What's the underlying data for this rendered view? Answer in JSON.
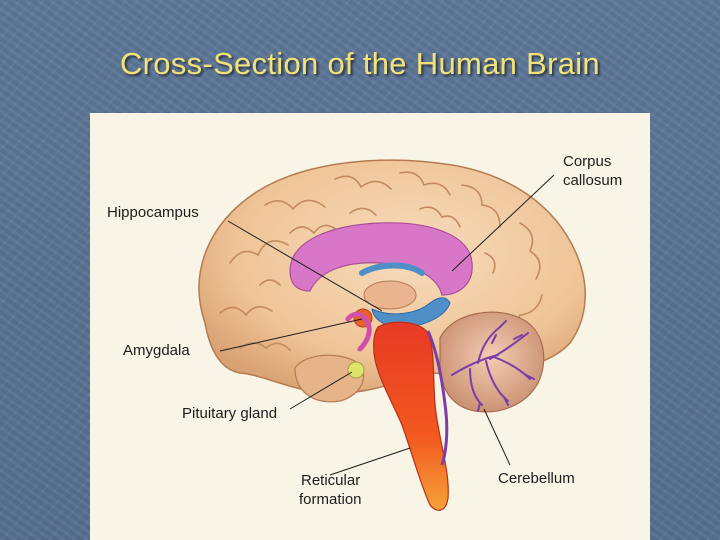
{
  "slide": {
    "title": "Cross-Section of the Human Brain"
  },
  "diagram": {
    "labels": {
      "corpus_callosum": [
        "Corpus",
        "callosum"
      ],
      "hippocampus": "Hippocampus",
      "amygdala": "Amygdala",
      "pituitary_gland": "Pituitary gland",
      "reticular_formation": [
        "Reticular",
        "formation"
      ],
      "cerebellum": "Cerebellum"
    }
  },
  "colors": {
    "background": "#5a7396",
    "title": "#f3e27a",
    "panel": "#f8f4e6",
    "cortex": "#f2c9a0",
    "corpus_callosum": "#d877c8",
    "hippocampus": "#4f8fc8",
    "brainstem": "#f04a20",
    "cerebellum": "#e8b89c",
    "arbor_vitae": "#7b3ea8",
    "pituitary": "#dfe36a"
  }
}
